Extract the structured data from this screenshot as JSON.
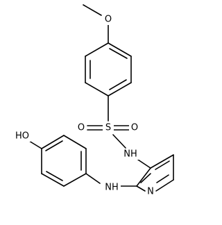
{
  "molecule": {
    "atoms": {
      "o_methoxy": "O",
      "s_sulfonyl": "S",
      "o_sulfonyl_left": "O",
      "o_sulfonyl_right": "O",
      "nh_sulfonamide": "NH",
      "ho_phenol": "HO",
      "nh_amine": "NH",
      "n_pyridine": "N"
    },
    "colors": {
      "bond": "#000000",
      "text": "#000000",
      "background": "#ffffff"
    }
  }
}
